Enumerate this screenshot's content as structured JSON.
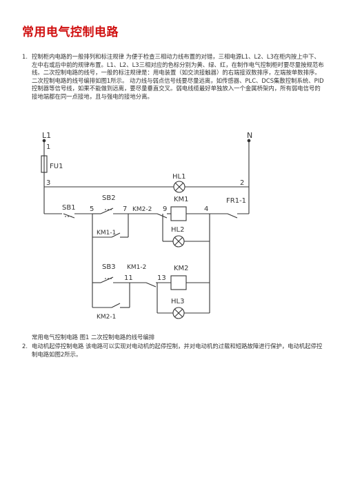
{
  "title": "常用电气控制电路",
  "items": [
    {
      "num": "1.",
      "para1": "控制柜内电路的一般排列和标注规律 为便于检查三相动力线布置的对错，三相电源L1、L2、L3在柜内按上中下、左中右或后中前的规律布置。L1、L2、L3三相对应的色标分别为黄、绿、红，在制作电气控制柜时要尽量按规范布线。二次控制电路的线号，一般的标注规律是：用电装置（如交流接触器）的右端接双数排序，左端按单数排序。",
      "para2": "二次控制电路的线号编排如图1所示。 动力线与弱点信号线要尽量远离，如传感器、PLC、DCS集散控制系统、PID控制器等信号线，如果不能做到远离，要尽量垂直交叉。弱电线缆最好单独放入一个金属桥架内，所有弱电信号的接地端都在同一点接地，且与强电的接地分离。"
    },
    {
      "num": "2.",
      "para1": "电动机起停控制电路 该电路可以实现对电动机的起停控制，并对电动机的过载和短路故障进行保护，电动机起停控制电路如图2所示。"
    }
  ],
  "caption": "常用电气控制电路 图1 二次控制电路的线号编排",
  "diagram": {
    "labels": {
      "l1_top": "L1",
      "l1_num": "1",
      "fuse": "FU1",
      "n_top": "N",
      "node3": "3",
      "node2": "2",
      "hl1": "HL1",
      "sb1": "SB1",
      "sb2": "SB2",
      "node5": "5",
      "node7": "7",
      "km2_2": "KM2-2",
      "node9": "9",
      "km1": "KM1",
      "node4": "4",
      "fr": "FR1-1",
      "km1_1": "KM1-1",
      "hl2": "HL2",
      "sb3": "SB3",
      "km1_2": "KM1-2",
      "node11": "11",
      "node13": "13",
      "km2": "KM2",
      "hl3": "HL3",
      "km2_1": "KM2-1"
    }
  }
}
